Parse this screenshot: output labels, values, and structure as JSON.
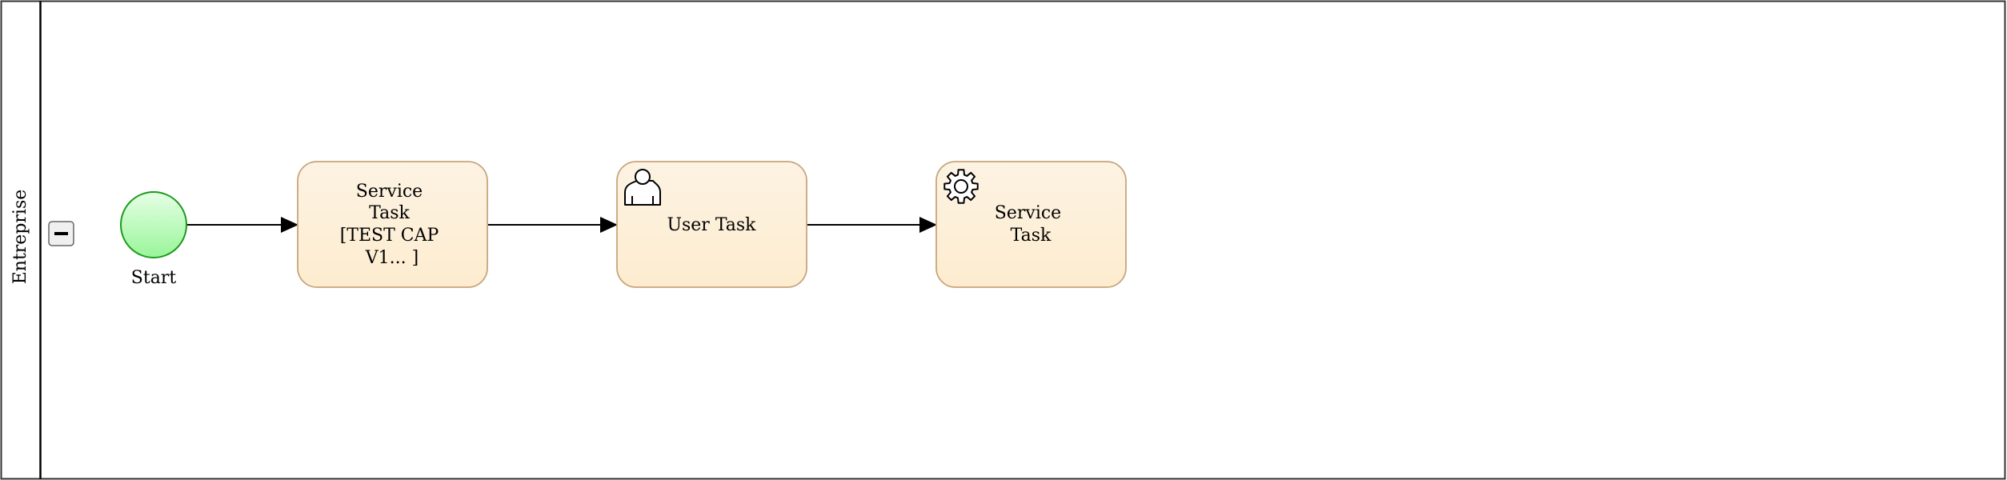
{
  "pool": {
    "lane_label": "Entreprise",
    "collapse_symbol": "minus-icon"
  },
  "events": {
    "start": {
      "label": "Start",
      "icon": "start-event-circle"
    }
  },
  "tasks": [
    {
      "id": "task1",
      "type": "service",
      "lines": [
        "Service",
        "Task",
        "[TEST CAP",
        "V1... ]"
      ]
    },
    {
      "id": "task2",
      "type": "user",
      "icon": "user-icon",
      "lines": [
        "User Task"
      ]
    },
    {
      "id": "task3",
      "type": "service",
      "icon": "gear-icon",
      "lines": [
        "Service",
        "Task"
      ]
    }
  ],
  "colors": {
    "task_fill_top": "#fdf3e3",
    "task_fill_bottom": "#fdeccf",
    "task_stroke": "#c8a57c",
    "start_fill_top": "#e6ffe6",
    "start_fill_bottom": "#99f599",
    "start_stroke": "#1d9a1d"
  }
}
